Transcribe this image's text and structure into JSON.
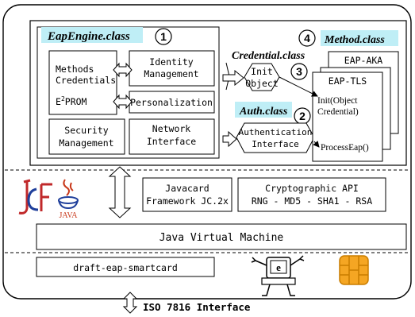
{
  "colors": {
    "label_highlight": "#bfeef6",
    "card_orange": "#f5a623",
    "card_orange_dark": "#c97d00",
    "logo_red": "#c0282a",
    "logo_blue": "#1f3f9b",
    "java_red": "#c8381a"
  },
  "icons": [
    "jcf-logo",
    "java-logo",
    "computer-character-icon",
    "smartcard-chip-icon"
  ],
  "eap_engine": {
    "title": "EapEngine.class",
    "step": "1",
    "methods_credentials_line1": "Methods",
    "methods_credentials_line2": "Credentials",
    "e2prom_prefix": "E",
    "e2prom_sup": "2",
    "e2prom_suffix": "PROM",
    "identity_line1": "Identity",
    "identity_line2": "Management",
    "personalization": "Personalization",
    "security_line1": "Security",
    "security_line2": "Management",
    "network_line1": "Network",
    "network_line2": "Interface"
  },
  "credential": {
    "title": "Credential.class",
    "init_line1": "Init",
    "init_line2": "Object",
    "step": "3"
  },
  "auth": {
    "title": "Auth.class",
    "step": "2",
    "iface_line1": "Authentication",
    "iface_line2": "Interface"
  },
  "method": {
    "title": "Method.class",
    "step": "4",
    "eap_aka": "EAP-AKA",
    "eap_tls": "EAP-TLS",
    "init_line1": "Init(Object",
    "init_line2": "Credential)",
    "process": "ProcessEap()"
  },
  "lower": {
    "javacard_line1": "Javacard",
    "javacard_line2": "Framework JC.2x",
    "crypto_line1": "Cryptographic API",
    "crypto_line2": "RNG - MD5 - SHA1 - RSA",
    "jvm": "Java Virtual Machine",
    "draft": "draft-eap-smartcard",
    "java_logo_text": "JAVA",
    "iso": "ISO 7816 Interface"
  }
}
